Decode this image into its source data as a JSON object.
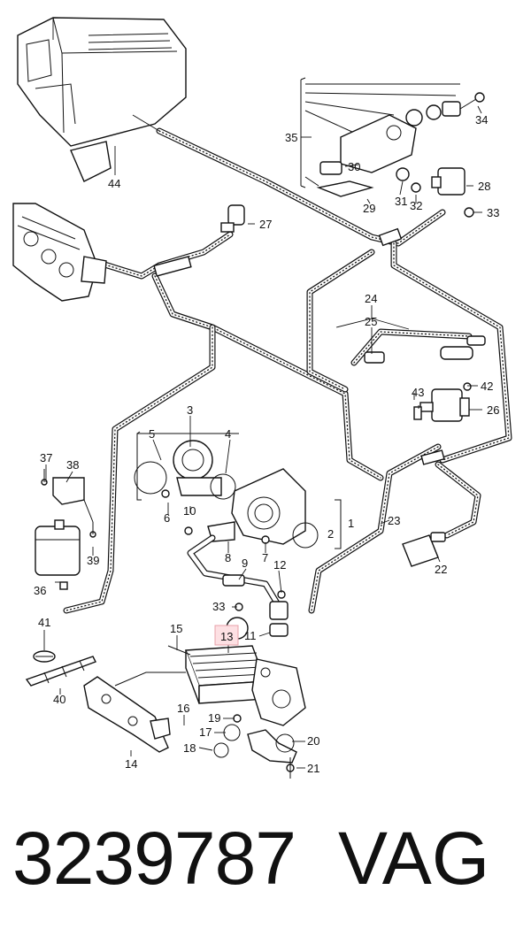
{
  "labels": {
    "l1": "1",
    "l2": "2",
    "l3": "3",
    "l4": "4",
    "l5": "5",
    "l6": "6",
    "l7": "7",
    "l8": "8",
    "l9": "9",
    "l10": "10",
    "l11": "11",
    "l12": "12",
    "l13": "13",
    "l14": "14",
    "l15": "15",
    "l16": "16",
    "l17": "17",
    "l18": "18",
    "l19": "19",
    "l20": "20",
    "l21": "21",
    "l22": "22",
    "l23": "23",
    "l24": "24",
    "l25": "25",
    "l26": "26",
    "l27": "27",
    "l28": "28",
    "l29": "29",
    "l30": "30",
    "l31": "31",
    "l32": "32",
    "l33a": "33",
    "l33b": "33",
    "l34": "34",
    "l35": "35",
    "l36": "36",
    "l37": "37",
    "l38": "38",
    "l39": "39",
    "l40": "40",
    "l41": "41",
    "l42": "42",
    "l43": "43",
    "l44": "44"
  },
  "highlighted_label": "13",
  "highlight_color": "#fde0e3",
  "footer": {
    "part_number": "3239787",
    "brand": "VAG"
  }
}
